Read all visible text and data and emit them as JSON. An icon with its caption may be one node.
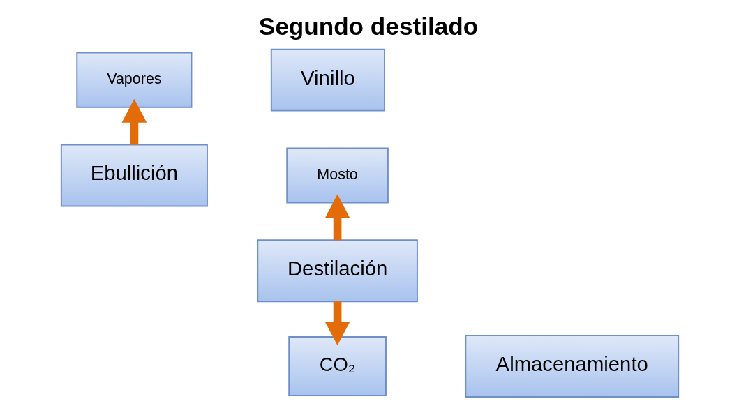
{
  "diagram": {
    "title": "Segundo destilado",
    "nodes": [
      {
        "text": [
          "Vapores"
        ]
      },
      {
        "text": [
          "Vinillo"
        ]
      },
      {
        "text": [
          "Ebullición"
        ]
      },
      {
        "text": [
          "Mosto"
        ]
      },
      {
        "text": [
          "Destilación"
        ]
      },
      {
        "text": [
          "Almacenamiento"
        ]
      },
      {
        "text": [
          "CO₂"
        ]
      }
    ],
    "edges": [
      {
        "from": 2,
        "to": 0,
        "arrow": "to",
        "color": "#e36c09"
      },
      {
        "from": 4,
        "to": 3,
        "arrow": "to",
        "color": "#e36c09"
      },
      {
        "from": 4,
        "to": 6,
        "arrow": "to",
        "color": "#e36c09"
      }
    ]
  }
}
